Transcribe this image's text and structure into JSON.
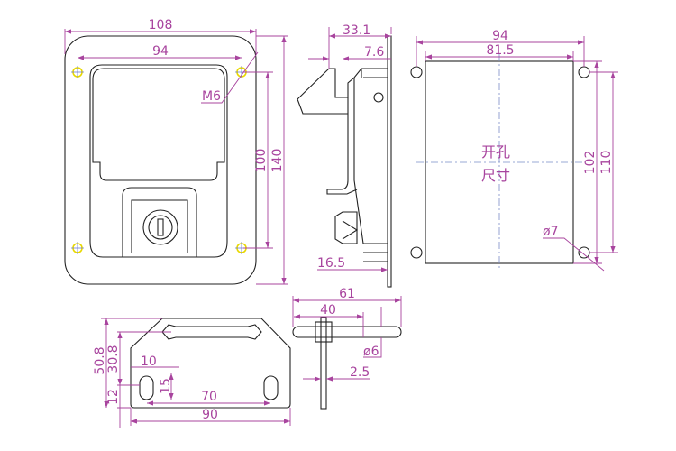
{
  "title": "Latch dimension drawing",
  "front_view": {
    "width_outer": "108",
    "width_holes": "94",
    "height_holes": "100",
    "height_outer": "140",
    "thread": "M6"
  },
  "side_view": {
    "depth": "33.1",
    "flange": "7.6",
    "offset": "16.5"
  },
  "cutout_view": {
    "hole_span": "94",
    "width": "81.5",
    "height": "102",
    "hole_vspan": "110",
    "hole_dia": "ø7",
    "label_line1": "开孔",
    "label_line2": "尺寸"
  },
  "plate_view": {
    "total_height": "50.8",
    "slot_height": "30.8",
    "hole_offset": "12",
    "hole_x": "10",
    "slot_len": "15",
    "hole_span": "70",
    "width": "90"
  },
  "pin_view": {
    "length": "61",
    "thread_len": "40",
    "dia": "ø6",
    "thickness": "2.5"
  },
  "colors": {
    "dimension": "#a8449e",
    "outline": "#222222",
    "hole": "#e8d800"
  }
}
